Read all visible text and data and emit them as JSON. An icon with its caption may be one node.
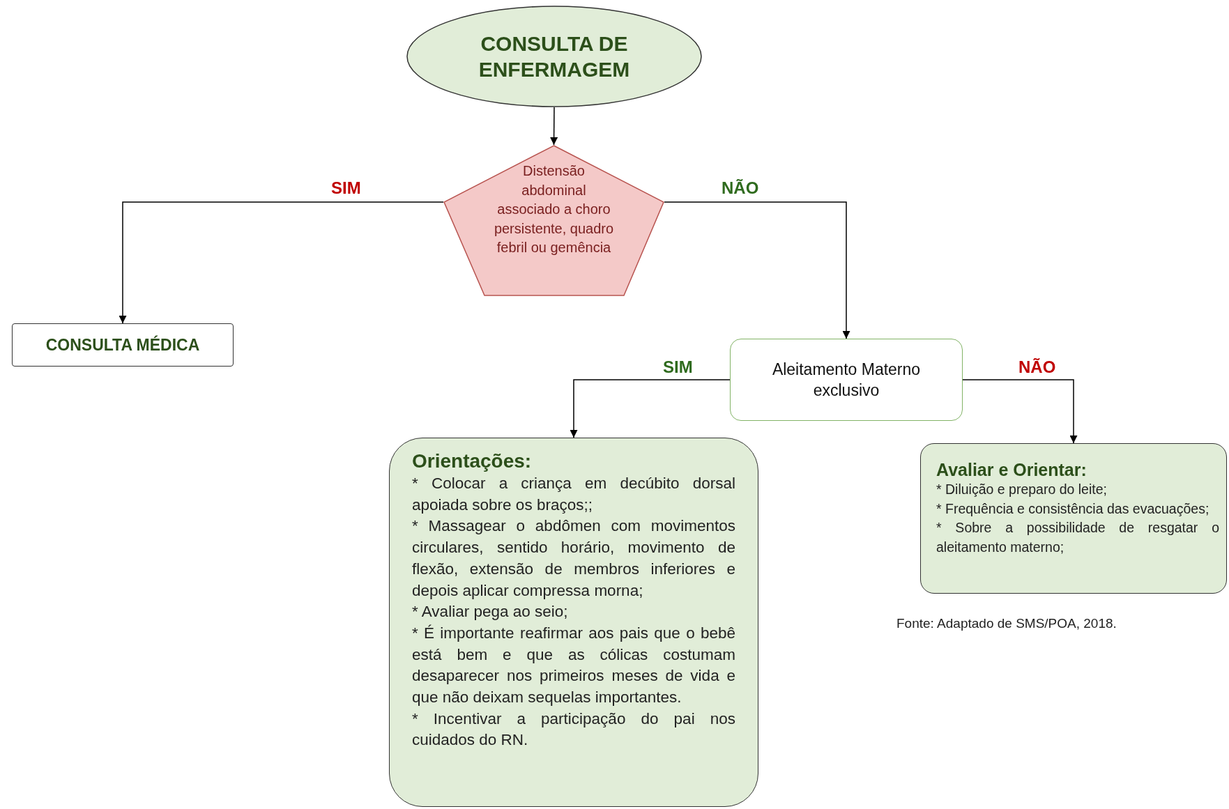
{
  "diagram": {
    "nodes": [
      {
        "text": [
          "CONSULTA DE ENFERMAGEM"
        ]
      },
      {
        "text": [
          "Distensão abdominal associado a choro persistente, quadro febril ou gemência"
        ]
      },
      {
        "text": [
          "CONSULTA MÉDICA"
        ]
      },
      {
        "text": [
          "Aleitamento Materno exclusivo"
        ]
      },
      {
        "text": [
          "Orientações:",
          "* Colocar a criança em decúbito dorsal apoiada sobre os braços;;",
          "* Massagear o abdômen com movimentos circulares, sentido horário, movimento de flexão, extensão de membros inferiores e depois aplicar compressa morna;",
          "* Avaliar pega ao seio;",
          "* É importante reafirmar aos pais que o bebê está bem e que as cólicas costumam desaparecer nos primeiros meses de vida e que não deixam sequelas importantes.",
          "* Incentivar a participação do pai nos cuidados do RN."
        ]
      },
      {
        "text": [
          "Avaliar e Orientar:",
          "* Diluição e preparo do leite;",
          "* Frequência e consistência das evacuações;",
          "* Sobre a possibilidade de resgatar o aleitamento materno;"
        ]
      }
    ],
    "edges": [
      {
        "from": 0,
        "to": 1,
        "arrow": "to"
      },
      {
        "from": 1,
        "to": 2,
        "arrow": "to",
        "label": "SIM"
      },
      {
        "from": 1,
        "to": 3,
        "arrow": "to",
        "label": "NÃO"
      },
      {
        "from": 3,
        "to": 4,
        "arrow": "to",
        "label": "SIM"
      },
      {
        "from": 3,
        "to": 5,
        "arrow": "to",
        "label": "NÃO"
      }
    ],
    "labels": [
      "Fonte: Adaptado de SMS/POA, 2018."
    ]
  }
}
